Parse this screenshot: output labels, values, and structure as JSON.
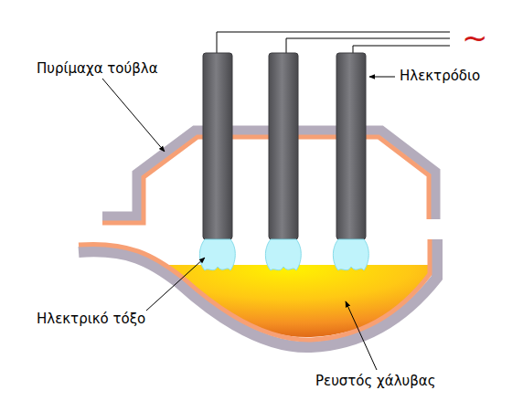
{
  "diagram": {
    "labels": [
      "~",
      "Πυρίμαχα τούβλα",
      "Ηλεκτρόδιο",
      "Ηλεκτρικό τόξο",
      "Ρευστός χάλυβας"
    ]
  }
}
